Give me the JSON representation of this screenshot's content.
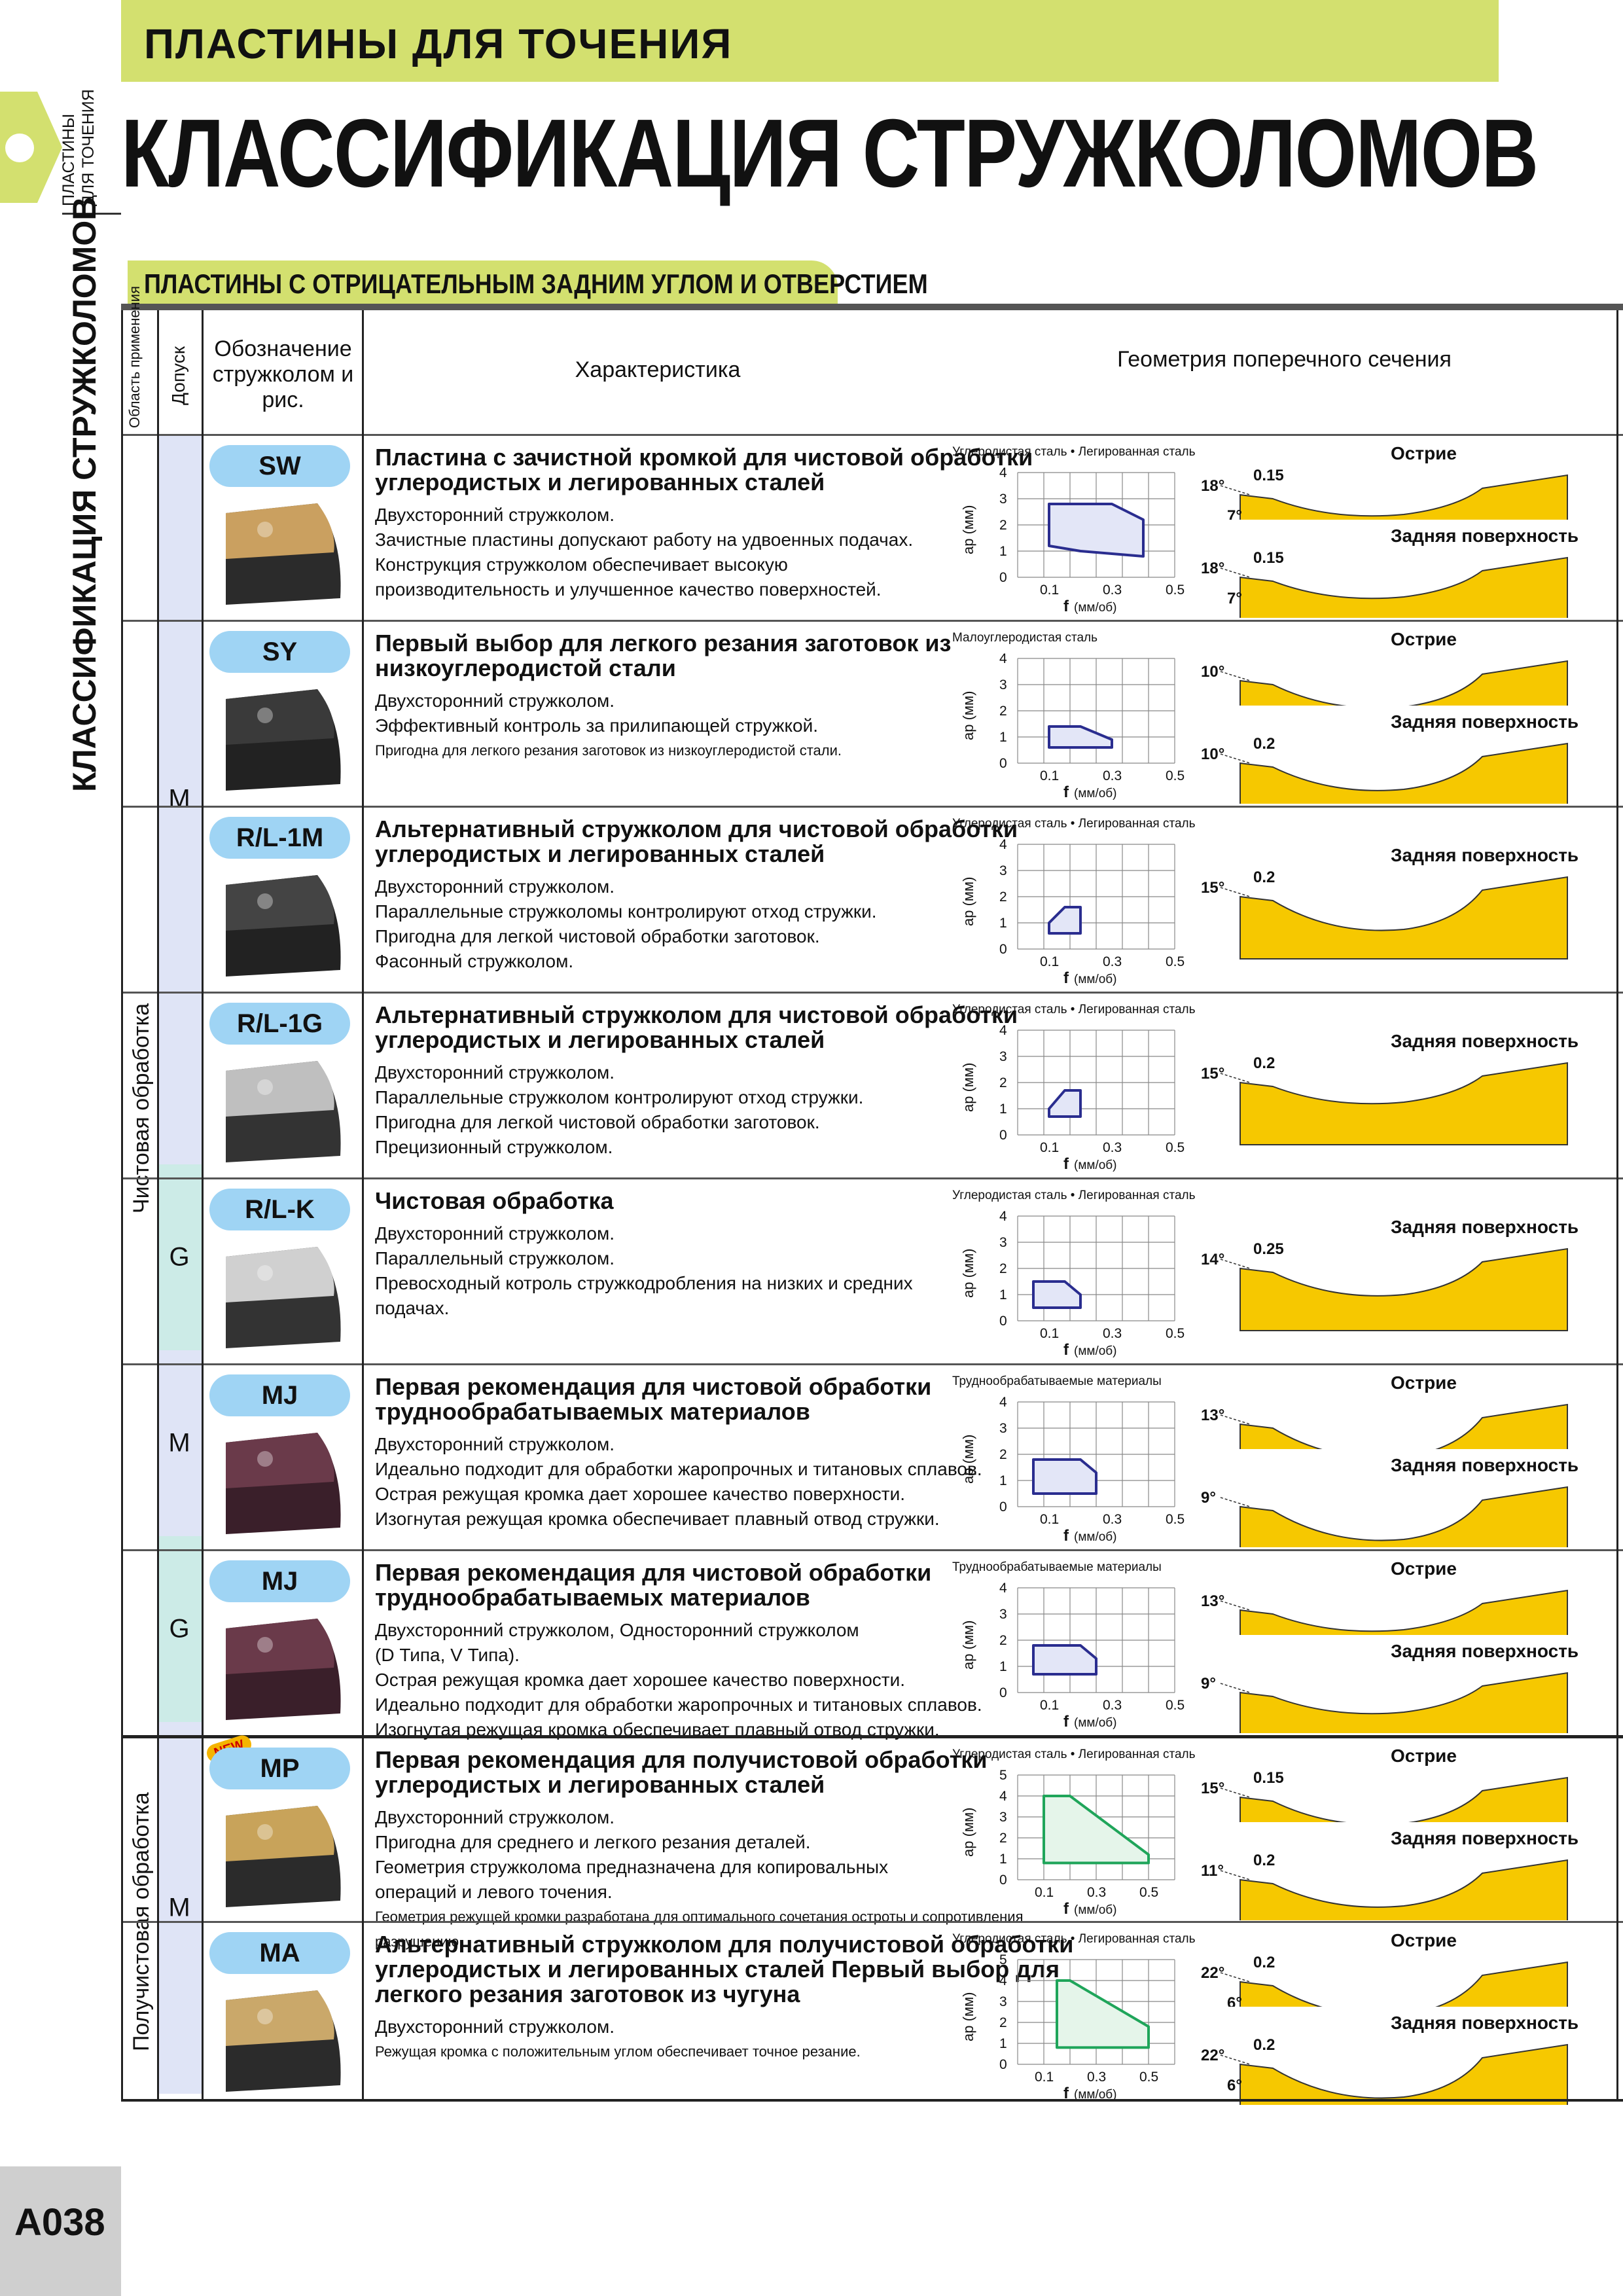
{
  "header": {
    "band": "ПЛАСТИНЫ ДЛЯ ТОЧЕНИЯ",
    "title": "КЛАССИФИКАЦИЯ СТРУЖКОЛОМОВ"
  },
  "side": {
    "small1": "ПЛАСТИНЫ",
    "small2": "ДЛЯ ТОЧЕНИЯ",
    "vertical": "КЛАССИФИКАЦИЯ СТРУЖКОЛОМОВ"
  },
  "section": "ПЛАСТИНЫ С ОТРИЦАТЕЛЬНЫМ ЗАДНИМ УГЛОМ И ОТВЕРСТИЕМ",
  "table_header": {
    "area": "Область применения",
    "tolerance": "Допуск",
    "designation": "Обозначение стружколом и рис.",
    "characteristic": "Характеристика",
    "geometry": "Геометрия поперечного сечения"
  },
  "groups": {
    "finishing": "Чистовая обработка",
    "semi_finishing": "Получистовая обработка"
  },
  "tolerances": {
    "m1": "M",
    "g1": "G",
    "m2": "M",
    "g2": "G",
    "m3": "M"
  },
  "chart_axis": {
    "y": "ap (мм)",
    "x": "f",
    "x_unit": "(мм/об)"
  },
  "new_badge": "NEW",
  "page_number": "A038",
  "rows": [
    {
      "code": "SW",
      "title": "Пластина с зачистной кромкой для чистовой обработки углеродистых и легированных сталей",
      "desc": [
        "Двухсторонний стружколом.",
        "Зачистные пластины допускают работу на удвоенных подачах.",
        "Конструкция стружколом обеспечивает высокую",
        "производительность и улучшенное качество поверхностей."
      ],
      "chart_label": "Углеродистая сталь • Легированная сталь",
      "geom": {
        "a_title": "Острие",
        "a_angle": "18°",
        "a_land": "0.15",
        "a_sub": "7°",
        "b_title": "Задняя поверхность",
        "b_angle": "18°",
        "b_land": "0.15",
        "b_sub": "7°"
      }
    },
    {
      "code": "SY",
      "title": "Первый выбор для легкого резания заготовок из низкоуглеродистой стали",
      "desc": [
        "Двухсторонний стружколом.",
        "Эффективный контроль за прилипающей стружкой."
      ],
      "desc_small": "Пригодна для легкого резания заготовок из низкоуглеродистой стали.",
      "chart_label": "Малоуглеродистая сталь",
      "geom": {
        "a_title": "Острие",
        "a_angle": "10°",
        "b_title": "Задняя поверхность",
        "b_angle": "10°",
        "b_land": "0.2"
      }
    },
    {
      "code": "R/L-1M",
      "title": "Альтернативный стружколом для чистовой обработки углеродистых и легированных сталей",
      "desc": [
        "Двухсторонний стружколом.",
        "Параллельные стружколомы контролируют отход стружки.",
        "Пригодна для легкой чистовой обработки заготовок.",
        "Фасонный стружколом."
      ],
      "chart_label": "Углеродистая сталь • Легированная сталь",
      "geom": {
        "b_title": "Задняя поверхность",
        "b_angle": "15°",
        "b_land": "0.2"
      }
    },
    {
      "code": "R/L-1G",
      "title": "Альтернативный стружколом для чистовой обработки углеродистых и легированных сталей",
      "desc": [
        "Двухсторонний стружколом.",
        "Параллельные стружколом контролируют отход стружки.",
        "Пригодна для легкой чистовой обработки заготовок.",
        "Прецизионный стружколом."
      ],
      "chart_label": "Углеродистая сталь • Легированная сталь",
      "geom": {
        "b_title": "Задняя поверхность",
        "b_angle": "15°",
        "b_land": "0.2"
      }
    },
    {
      "code": "R/L-K",
      "title": "Чистовая обработка",
      "desc": [
        "Двухсторонний стружколом.",
        "Параллельный стружколом.",
        "Превосходный котроль стружкодробления на низких и средних",
        "подачах."
      ],
      "chart_label": "Углеродистая сталь • Легированная сталь",
      "geom": {
        "b_title": "Задняя поверхность",
        "b_angle": "14°",
        "b_land": "0.25"
      }
    },
    {
      "code": "MJ",
      "title": "Первая рекомендация для чистовой обработки труднообрабатываемых материалов",
      "desc": [
        "Двухсторонний стружколом.",
        "Идеально подходит для обработки жаропрочных и титановых сплавов.",
        "Острая режущая кромка дает хорошее качество поверхности.",
        "Изогнутая режущая кромка обеспечивает плавный отвод стружки."
      ],
      "chart_label": "Труднообрабатываемые материалы",
      "geom": {
        "a_title": "Острие",
        "a_angle": "13°",
        "b_title": "Задняя поверхность",
        "b_angle": "9°"
      }
    },
    {
      "code": "MJ",
      "title": "Первая рекомендация для чистовой обработки труднообрабатываемых материалов",
      "desc": [
        "Двухсторонний стружколом, Односторонний стружколом",
        "(D Типа, V Типа).",
        "Острая режущая кромка дает хорошее качество поверхности.",
        "Идеально подходит для обработки жаропрочных и титановых сплавов.",
        "Изогнутая режущая кромка обеспечивает плавный отвод стружки."
      ],
      "chart_label": "Труднообрабатываемые материалы",
      "geom": {
        "a_title": "Острие",
        "a_angle": "13°",
        "b_title": "Задняя поверхность",
        "b_angle": "9°"
      }
    },
    {
      "code": "MP",
      "title": "Первая рекомендация для получистовой обработки углеродистых и легированных сталей",
      "desc": [
        "Двухсторонний стружколом.",
        "Пригодна для среднего и легкого резания деталей.",
        "Геометрия стружколома предназначена для копировальных",
        "операций и левого точения."
      ],
      "desc_small": "Геометрия режущей кромки разработана для оптимального сочетания остроты и сопротивления разрушению.",
      "chart_label": "Углеродистая сталь • Легированная сталь",
      "geom": {
        "a_title": "Острие",
        "a_angle": "15°",
        "a_land": "0.15",
        "b_title": "Задняя поверхность",
        "b_angle": "11°",
        "b_land": "0.2"
      }
    },
    {
      "code": "MA",
      "title": "Альтернативный стружколом для получистовой обработки углеродистых и легированных сталей Первый выбор для легкого резания заготовок из чугуна",
      "desc": [
        "Двухсторонний стружколом."
      ],
      "desc_small": "Режущая кромка с положительным углом обеспечивает точное резание.",
      "chart_label": "Углеродистая сталь • Легированная сталь",
      "geom": {
        "a_title": "Острие",
        "a_angle": "22°",
        "a_land": "0.2",
        "a_sub": "6°",
        "b_title": "Задняя поверхность",
        "b_angle": "22°",
        "b_land": "0.2",
        "b_sub": "6°"
      }
    }
  ],
  "chart_data": [
    {
      "type": "area",
      "title": "Углеродистая сталь • Легированная сталь",
      "xlabel": "f (мм/об)",
      "ylabel": "ap (мм)",
      "xlim": [
        0,
        0.5
      ],
      "ylim": [
        0,
        4
      ],
      "x_ticks": [
        0.1,
        0.3,
        0.5
      ],
      "y_ticks": [
        0,
        1,
        2,
        3,
        4
      ],
      "region": [
        [
          0.1,
          1.2
        ],
        [
          0.1,
          2.8
        ],
        [
          0.3,
          2.8
        ],
        [
          0.4,
          2.2
        ],
        [
          0.4,
          0.8
        ],
        [
          0.2,
          1.0
        ]
      ],
      "color": "#2a2d8f",
      "fill": "#e3e6f7"
    },
    {
      "type": "area",
      "title": "Малоуглеродистая сталь",
      "xlabel": "f (мм/об)",
      "ylabel": "ap (мм)",
      "xlim": [
        0,
        0.5
      ],
      "ylim": [
        0,
        4
      ],
      "x_ticks": [
        0.1,
        0.3,
        0.5
      ],
      "y_ticks": [
        0,
        1,
        2,
        3,
        4
      ],
      "region": [
        [
          0.1,
          0.6
        ],
        [
          0.1,
          1.4
        ],
        [
          0.2,
          1.4
        ],
        [
          0.3,
          0.9
        ],
        [
          0.3,
          0.6
        ]
      ],
      "color": "#2a2d8f",
      "fill": "#e3e6f7"
    },
    {
      "type": "area",
      "title": "Углеродистая сталь • Легированная сталь",
      "xlabel": "f (мм/об)",
      "ylabel": "ap (мм)",
      "xlim": [
        0,
        0.5
      ],
      "ylim": [
        0,
        4
      ],
      "x_ticks": [
        0.1,
        0.3,
        0.5
      ],
      "y_ticks": [
        0,
        1,
        2,
        3,
        4
      ],
      "region": [
        [
          0.1,
          0.6
        ],
        [
          0.1,
          1.0
        ],
        [
          0.15,
          1.6
        ],
        [
          0.2,
          1.6
        ],
        [
          0.2,
          0.6
        ]
      ],
      "color": "#2a2d8f",
      "fill": "#e3e6f7"
    },
    {
      "type": "area",
      "title": "Углеродистая сталь • Легированная сталь",
      "xlabel": "f (мм/об)",
      "ylabel": "ap (мм)",
      "xlim": [
        0,
        0.5
      ],
      "ylim": [
        0,
        4
      ],
      "x_ticks": [
        0.1,
        0.3,
        0.5
      ],
      "y_ticks": [
        0,
        1,
        2,
        3,
        4
      ],
      "region": [
        [
          0.1,
          0.7
        ],
        [
          0.1,
          1.0
        ],
        [
          0.15,
          1.7
        ],
        [
          0.2,
          1.7
        ],
        [
          0.2,
          0.7
        ]
      ],
      "color": "#2a2d8f",
      "fill": "#e3e6f7"
    },
    {
      "type": "area",
      "title": "Углеродистая сталь • Легированная сталь",
      "xlabel": "f (мм/об)",
      "ylabel": "ap (мм)",
      "xlim": [
        0,
        0.5
      ],
      "ylim": [
        0,
        4
      ],
      "x_ticks": [
        0.1,
        0.3,
        0.5
      ],
      "y_ticks": [
        0,
        1,
        2,
        3,
        4
      ],
      "region": [
        [
          0.05,
          0.5
        ],
        [
          0.05,
          1.5
        ],
        [
          0.15,
          1.5
        ],
        [
          0.2,
          1.0
        ],
        [
          0.2,
          0.5
        ]
      ],
      "color": "#2a2d8f",
      "fill": "#e3e6f7"
    },
    {
      "type": "area",
      "title": "Труднообрабатываемые материалы",
      "xlabel": "f (мм/об)",
      "ylabel": "ap (мм)",
      "xlim": [
        0,
        0.5
      ],
      "ylim": [
        0,
        4
      ],
      "x_ticks": [
        0.1,
        0.3,
        0.5
      ],
      "y_ticks": [
        0,
        1,
        2,
        3,
        4
      ],
      "region": [
        [
          0.05,
          0.5
        ],
        [
          0.05,
          1.8
        ],
        [
          0.2,
          1.8
        ],
        [
          0.25,
          1.3
        ],
        [
          0.25,
          0.5
        ]
      ],
      "color": "#2a2d8f",
      "fill": "#e3e6f7"
    },
    {
      "type": "area",
      "title": "Труднообрабатываемые материалы",
      "xlabel": "f (мм/об)",
      "ylabel": "ap (мм)",
      "xlim": [
        0,
        0.5
      ],
      "ylim": [
        0,
        4
      ],
      "x_ticks": [
        0.1,
        0.3,
        0.5
      ],
      "y_ticks": [
        0,
        1,
        2,
        3,
        4
      ],
      "region": [
        [
          0.05,
          0.7
        ],
        [
          0.05,
          1.8
        ],
        [
          0.2,
          1.8
        ],
        [
          0.25,
          1.3
        ],
        [
          0.25,
          0.7
        ]
      ],
      "color": "#2a2d8f",
      "fill": "#e3e6f7"
    },
    {
      "type": "area",
      "title": "Углеродистая сталь • Легированная сталь",
      "xlabel": "f (мм/об)",
      "ylabel": "ap (мм)",
      "xlim": [
        0,
        0.6
      ],
      "ylim": [
        0,
        5
      ],
      "x_ticks": [
        0.1,
        0.3,
        0.5
      ],
      "y_ticks": [
        0,
        1,
        2,
        3,
        4,
        5
      ],
      "region": [
        [
          0.1,
          0.8
        ],
        [
          0.1,
          4.0
        ],
        [
          0.2,
          4.0
        ],
        [
          0.5,
          1.2
        ],
        [
          0.5,
          0.8
        ]
      ],
      "color": "#1fa55a",
      "fill": "#e5f5ea"
    },
    {
      "type": "area",
      "title": "Углеродистая сталь • Легированная сталь",
      "xlabel": "f (мм/об)",
      "ylabel": "ap (мм)",
      "xlim": [
        0,
        0.6
      ],
      "ylim": [
        0,
        5
      ],
      "x_ticks": [
        0.1,
        0.3,
        0.5
      ],
      "y_ticks": [
        0,
        1,
        2,
        3,
        4,
        5
      ],
      "region": [
        [
          0.15,
          0.8
        ],
        [
          0.15,
          4.0
        ],
        [
          0.2,
          4.0
        ],
        [
          0.5,
          1.8
        ],
        [
          0.5,
          0.8
        ]
      ],
      "color": "#1fa55a",
      "fill": "#e5f5ea"
    }
  ]
}
